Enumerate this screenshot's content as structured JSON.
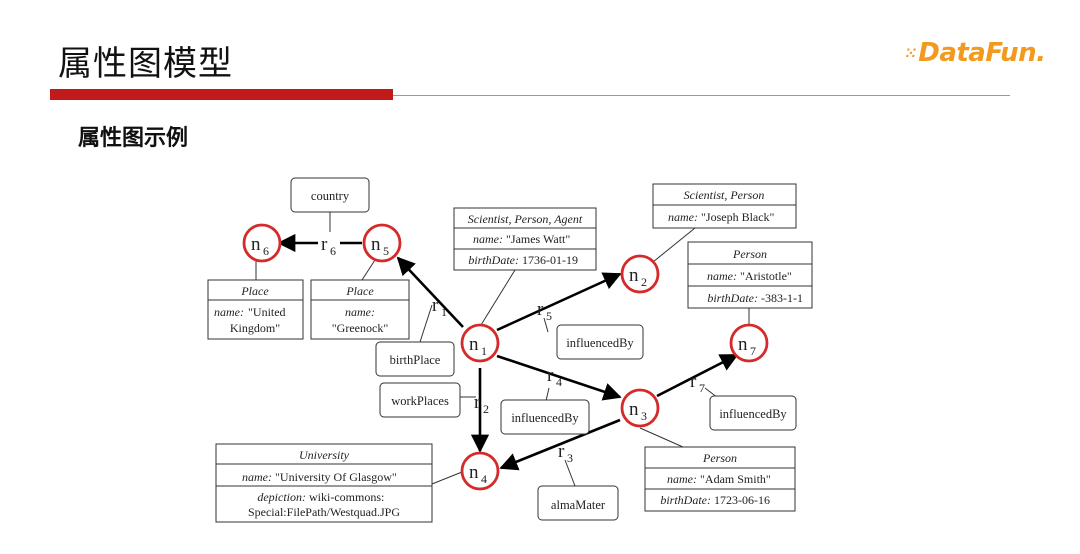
{
  "header": {
    "title": "属性图模型",
    "subtitle": "属性图示例",
    "logo": "DataFun."
  },
  "nodes": {
    "n1": {
      "base": "n",
      "sub": "1"
    },
    "n2": {
      "base": "n",
      "sub": "2"
    },
    "n3": {
      "base": "n",
      "sub": "3"
    },
    "n4": {
      "base": "n",
      "sub": "4"
    },
    "n5": {
      "base": "n",
      "sub": "5"
    },
    "n6": {
      "base": "n",
      "sub": "6"
    },
    "n7": {
      "base": "n",
      "sub": "7"
    }
  },
  "edges": {
    "r1": {
      "base": "r",
      "sub": "1"
    },
    "r2": {
      "base": "r",
      "sub": "2"
    },
    "r3": {
      "base": "r",
      "sub": "3"
    },
    "r4": {
      "base": "r",
      "sub": "4"
    },
    "r5": {
      "base": "r",
      "sub": "5"
    },
    "r6": {
      "base": "r",
      "sub": "6"
    },
    "r7": {
      "base": "r",
      "sub": "7"
    }
  },
  "edge_labels": {
    "country": "country",
    "birthPlace": "birthPlace",
    "workPlaces": "workPlaces",
    "influencedBy_r5": "influencedBy",
    "influencedBy_r4": "influencedBy",
    "influencedBy_r7": "influencedBy",
    "almaMater": "almaMater"
  },
  "property_boxes": {
    "n6": {
      "type": "Place",
      "rows": [
        {
          "key": "name:",
          "val": "\"United",
          "val2": "Kingdom\""
        }
      ]
    },
    "n5": {
      "type": "Place",
      "rows": [
        {
          "key": "name:",
          "val": "",
          "val2": "\"Greenock\""
        }
      ]
    },
    "n1": {
      "type": "Scientist, Person, Agent",
      "rows": [
        {
          "key": "name:",
          "val": "\"James Watt\""
        },
        {
          "key": "birthDate:",
          "val": "1736-01-19"
        }
      ]
    },
    "n2": {
      "type": "Scientist, Person",
      "rows": [
        {
          "key": "name:",
          "val": "\"Joseph Black\""
        }
      ]
    },
    "n7": {
      "type": "Person",
      "rows": [
        {
          "key": "name:",
          "val": "\"Aristotle\""
        },
        {
          "key": "birthDate:",
          "val": "-383-1-1"
        }
      ]
    },
    "n3": {
      "type": "Person",
      "rows": [
        {
          "key": "name:",
          "val": "\"Adam Smith\""
        },
        {
          "key": "birthDate:",
          "val": "1723-06-16"
        }
      ]
    },
    "n4": {
      "type": "University",
      "rows": [
        {
          "key": "name:",
          "val": "\"University Of Glasgow\""
        },
        {
          "key": "depiction:",
          "val": "wiki-commons:",
          "val2": "Special:FilePath/Westquad.JPG"
        }
      ]
    }
  },
  "colors": {
    "node_stroke": "#d42a2a",
    "accent_bar": "#c01a1a",
    "logo": "#f29a1d"
  }
}
